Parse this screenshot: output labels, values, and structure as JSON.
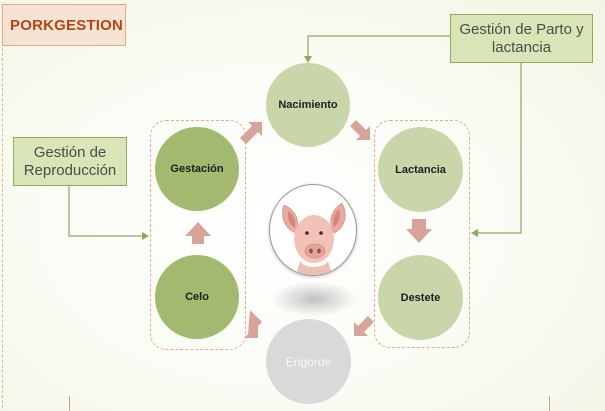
{
  "title": "PORKGESTION",
  "labels": {
    "parto": "Gestión de Parto y lactancia",
    "reproduccion": "Gestión de Reproducción"
  },
  "stages": {
    "nacimiento": "Nacimiento",
    "lactancia": "Lactancia",
    "destete": "Destete",
    "engorde": "Engorde",
    "celo": "Celo",
    "gestacion": "Gestación"
  },
  "colors": {
    "title_text": "#b54416",
    "title_bg": "#f6e3d3",
    "label_bg": "#d8e6b7",
    "stage_dark": "#a2b96f",
    "stage_light": "#c8d6aa",
    "stage_inactive": "#d9d9d9",
    "arrow": "#d9a39a",
    "connector": "#8eaa58"
  },
  "icons": {
    "center_image": "pig-face"
  }
}
